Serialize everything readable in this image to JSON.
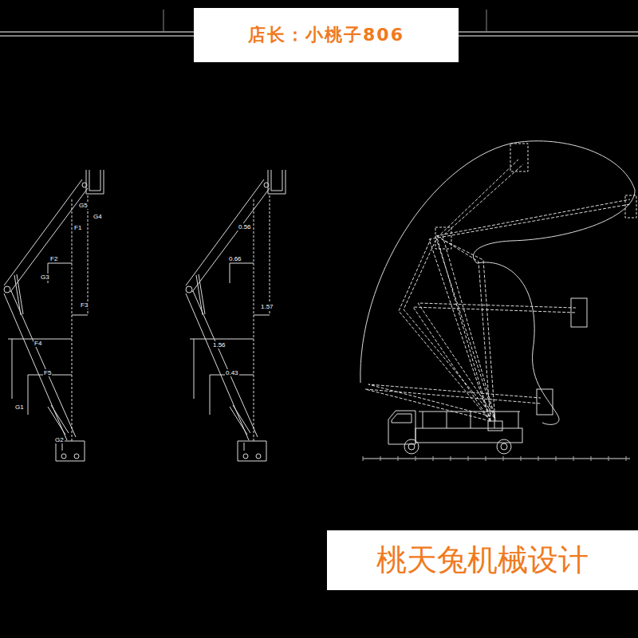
{
  "diagram": {
    "nodes": [
      {
        "text": [
          "店长：小桃子806"
        ]
      },
      {
        "text": [
          "桃天兔机械设计"
        ]
      }
    ],
    "labels": [
      "G5",
      "G4",
      "F1",
      "F2",
      "G3",
      "F3",
      "F4",
      "F5",
      "G1",
      "G2",
      "0.56",
      "0.66",
      "1.57",
      "1.56",
      "0.43"
    ]
  }
}
